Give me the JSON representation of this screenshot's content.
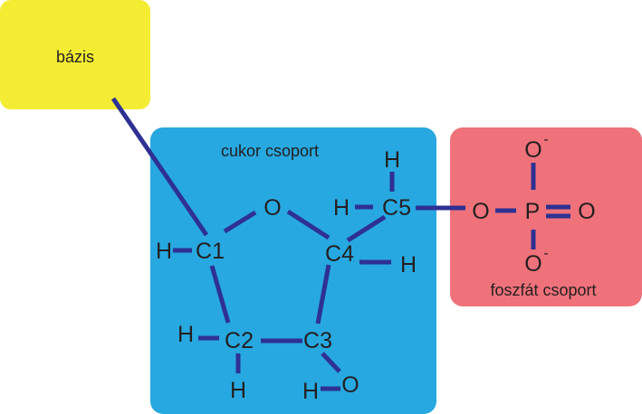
{
  "colors": {
    "base_box": "#f3ec33",
    "sugar_box": "#27a8e0",
    "phosphate_box": "#ef727a",
    "bond": "#2e3192",
    "text": "#231f20"
  },
  "boxes": {
    "base_label": "bázis",
    "sugar_label": "cukor csoport",
    "phosphate_label": "foszfát csoport"
  },
  "atoms": {
    "ring_oxygen": "O",
    "c1": "C1",
    "c2": "C2",
    "c3": "C3",
    "c4": "C4",
    "c5": "C5",
    "h_c1": "H",
    "h_c2_left": "H",
    "h_c2_bottom": "H",
    "h_c3": "H",
    "o_c3": "O",
    "h_c4": "H",
    "h_c5_left": "H",
    "h_c5_top": "H",
    "o_bridge": "O",
    "phosphorus": "P",
    "o_top": "O",
    "o_right": "O",
    "o_bottom": "O",
    "charge_top": "-",
    "charge_bottom": "-"
  }
}
